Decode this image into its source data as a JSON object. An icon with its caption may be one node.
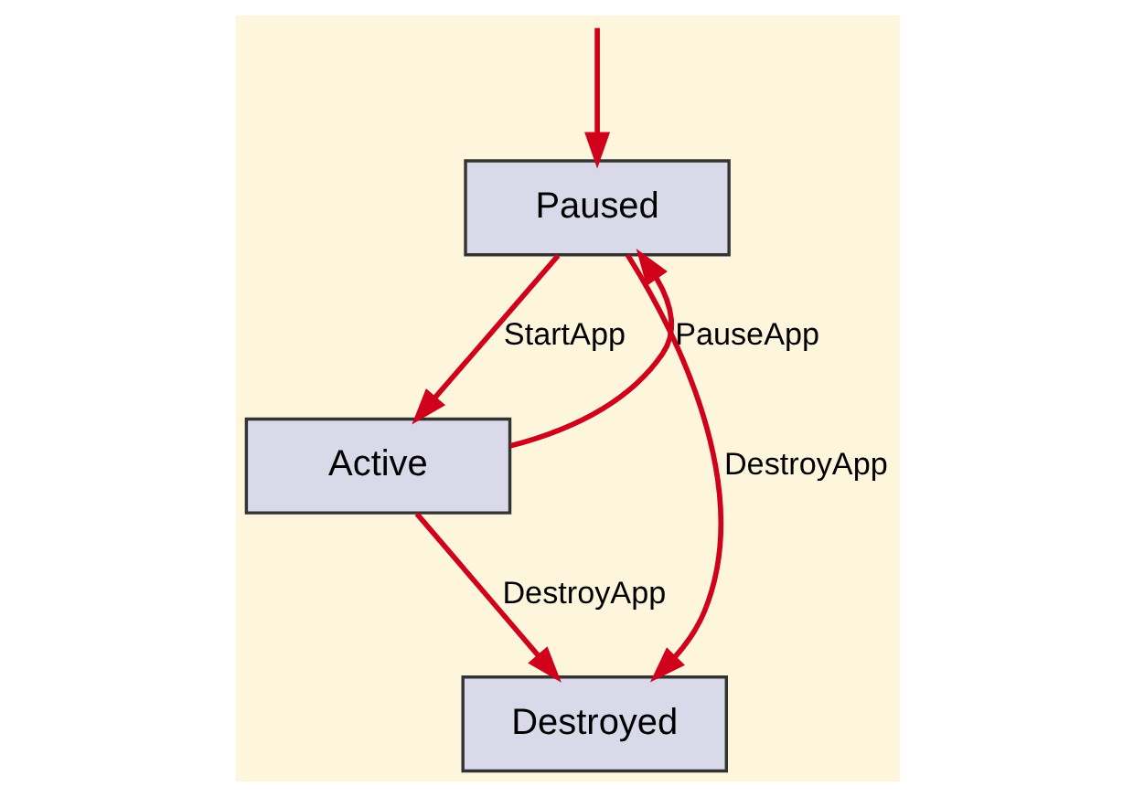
{
  "diagram": {
    "nodes": [
      {
        "text": [
          "Paused"
        ]
      },
      {
        "text": [
          "Active"
        ]
      },
      {
        "text": [
          "Destroyed"
        ]
      }
    ],
    "edges": [
      {
        "from": null,
        "to": 0,
        "arrow": "to"
      },
      {
        "from": 0,
        "to": 1,
        "arrow": "to",
        "label": "StartApp"
      },
      {
        "from": 1,
        "to": 0,
        "arrow": "to",
        "label": "PauseApp"
      },
      {
        "from": 1,
        "to": 2,
        "arrow": "to",
        "label": "DestroyApp"
      },
      {
        "from": 0,
        "to": 2,
        "arrow": "to",
        "label": "DestroyApp"
      }
    ]
  }
}
